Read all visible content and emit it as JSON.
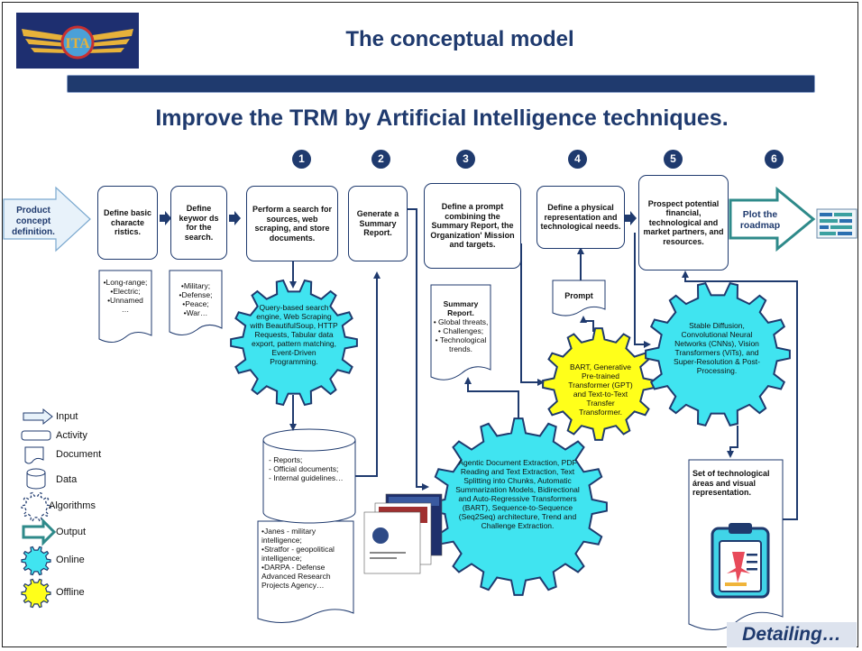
{
  "header": {
    "title": "The conceptual model",
    "subtitle": "Improve the TRM by Artificial Intelligence techniques.",
    "logo_text": "ITA"
  },
  "step_numbers": [
    "1",
    "2",
    "3",
    "4",
    "5",
    "6"
  ],
  "input_arrow": "Product concept definition.",
  "activities": [
    "Define basic characte ristics.",
    "Define keywor ds for the search.",
    "Perform a search for sources, web scraping, and store documents.",
    "Generate a Summary Report.",
    "Define a prompt combining the Summary Report, the Organization' Mission and targets.",
    "Define a physical representation and technological needs.",
    "Prospect potential financial, technological and market partners, and resources."
  ],
  "output_arrow": "Plot the roadmap",
  "documents": {
    "characteristics": [
      "•Long-range;",
      "•Electric;",
      "•Unnamed",
      "…"
    ],
    "keywords": [
      "•Military;",
      "•Defense;",
      "•Peace;",
      "•War…"
    ],
    "summary_title": "Summary Report.",
    "summary_items": [
      "• Global threats,",
      "• Challenges;",
      "• Technological trends."
    ],
    "prompt": "Prompt",
    "set_title": "Set of technological áreas and visual representation."
  },
  "data_store": [
    "-   Reports;",
    "-   Official documents;",
    "-   Internal guidelines…"
  ],
  "sources": [
    "•Janes - military intelligence;",
    "•Stratfor - geopolitical intelligence;",
    "•DARPA - Defense Advanced Research Projects Agency…"
  ],
  "algorithms": {
    "search": "Query-based search engine, Web Scraping with BeautifulSoup, HTTP Requests, Tabular data export, pattern matching, Event-Driven Programming.",
    "document": "Agentic Document Extraction, PDF Reading and Text Extraction, Text Splitting into Chunks, Automatic Summarization Models, Bidirectional and Auto-Regressive Transformers (BART), Sequence-to-Sequence (Seq2Seq) architecture, Trend and Challenge Extraction.",
    "llm": "BART, Generative Pre-trained Transformer (GPT) and Text-to-Text Transfer Transformer.",
    "vision": "Stable Diffusion, Convolutional Neural Networks (CNNs), Vision Transformers (ViTs), and Super-Resolution & Post-Processing."
  },
  "legend": [
    "Input",
    "Activity",
    "Document",
    "Data",
    "Algorithms",
    "Output",
    "Online",
    "Offline"
  ],
  "footer": "Detailing…",
  "colors": {
    "navy": "#1f3a6e",
    "online": "#40e4f0",
    "offline": "#ffff1a",
    "input_fill": "#e8f2fa",
    "output_border": "#2e8a8a"
  }
}
